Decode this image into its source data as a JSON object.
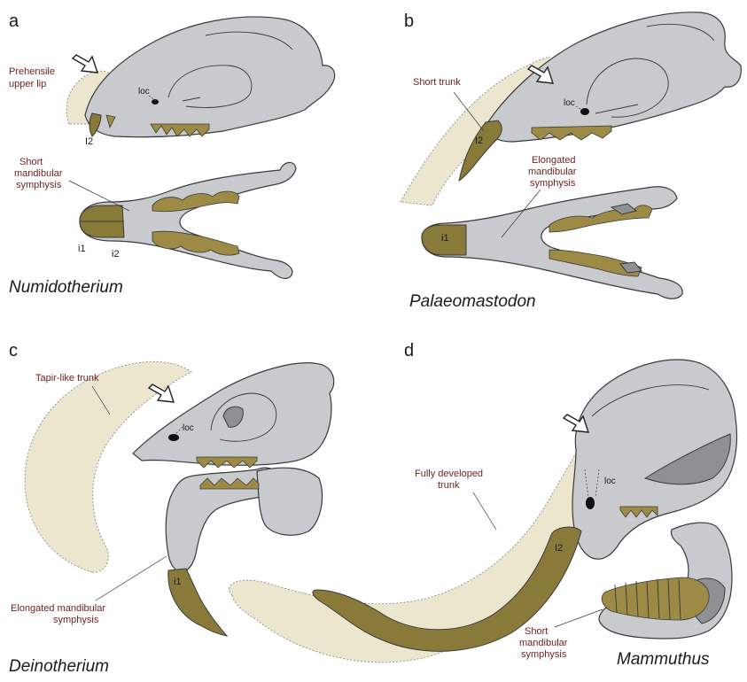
{
  "panels": {
    "a": {
      "letter": "a",
      "genus": "Numidotherium",
      "labels": {
        "lip_line1": "Prehensile",
        "lip_line2": "upper lip",
        "symphysis_line1": "Short",
        "symphysis_line2": "mandibular",
        "symphysis_line3": "symphysis",
        "loc": "loc",
        "i2_upper": "I2",
        "i1_lower": "i1",
        "i2_lower": "i2"
      }
    },
    "b": {
      "letter": "b",
      "genus": "Palaeomastodon",
      "labels": {
        "trunk": "Short trunk",
        "symphysis_line1": "Elongated",
        "symphysis_line2": "mandibular",
        "symphysis_line3": "symphysis",
        "loc": "loc",
        "i2_upper": "I2",
        "i1_lower": "i1"
      }
    },
    "c": {
      "letter": "c",
      "genus": "Deinotherium",
      "labels": {
        "trunk": "Tapir-like trunk",
        "symphysis_line1": "Elongated mandibular",
        "symphysis_line2": "symphysis",
        "loc": "loc",
        "i1_lower": "i1"
      }
    },
    "d": {
      "letter": "d",
      "genus": "Mammuthus",
      "labels": {
        "trunk_line1": "Fully developed",
        "trunk_line2": "trunk",
        "symphysis_line1": "Short",
        "symphysis_line2": "mandibular",
        "symphysis_line3": "symphysis",
        "loc": "loc",
        "i2_upper": "I2"
      }
    }
  },
  "colors": {
    "bone": "#c9cace",
    "trunk": "#ece6cf",
    "tusk": "#8a7a3a",
    "label": "#6b1f1f"
  }
}
